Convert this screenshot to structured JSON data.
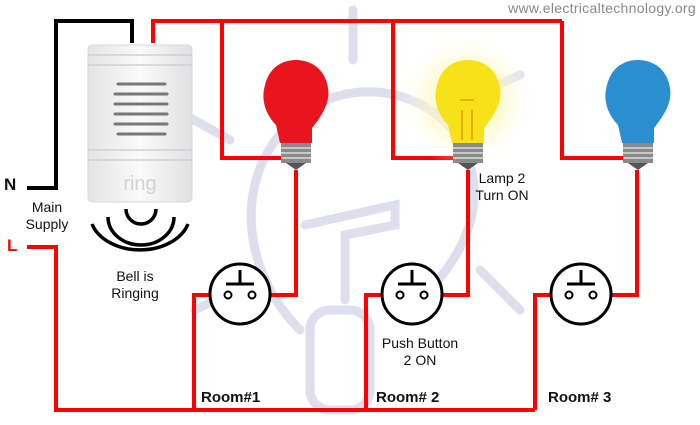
{
  "watermark": "www.electricaltechnology.org",
  "supply": {
    "neutral": "N",
    "live": "L",
    "label_line1": "Main",
    "label_line2": "Supply"
  },
  "bell": {
    "brand": "ring",
    "status_line1": "Bell is",
    "status_line2": "Ringing"
  },
  "lamps": [
    {
      "color": "#e8141e",
      "state": "off"
    },
    {
      "color": "#f7e21a",
      "state": "on",
      "label_line1": "Lamp 2",
      "label_line2": "Turn ON"
    },
    {
      "color": "#2a8fd0",
      "state": "off"
    }
  ],
  "push_button_label_line1": "Push Button",
  "push_button_label_line2": "2 ON",
  "rooms": [
    "Room#1",
    "Room# 2",
    "Room# 3"
  ],
  "colors": {
    "live_wire": "#ff0000",
    "neutral_wire": "#000000",
    "background_mark": "#dedeec"
  }
}
